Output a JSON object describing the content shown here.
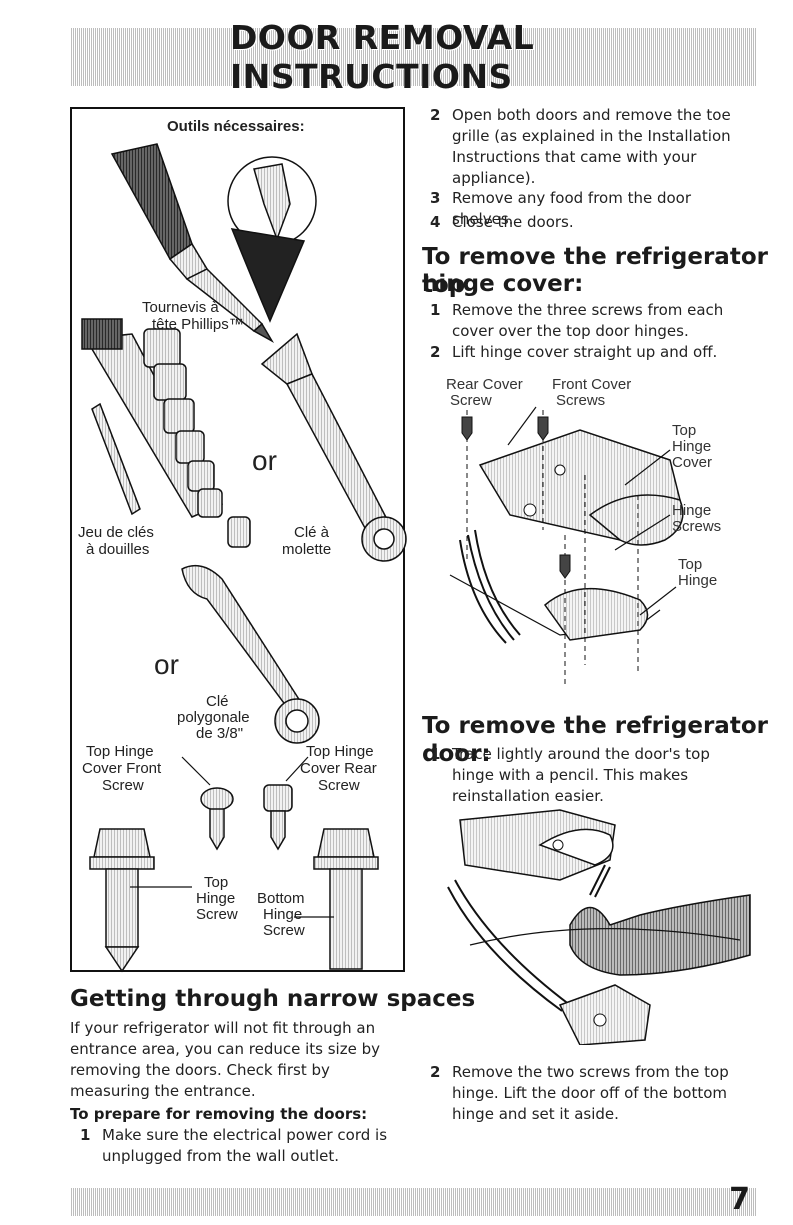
{
  "header": {
    "title": "DOOR REMOVAL INSTRUCTIONS"
  },
  "footer": {
    "page_number": "7"
  },
  "tools_box": {
    "title": "Outils nécessaires:",
    "screwdriver_label_1": "Tournevis à",
    "screwdriver_label_2": "tête Phillips™",
    "or_1": "or",
    "socket_label_1": "Jeu de clés",
    "socket_label_2": "à douilles",
    "adjustable_label_1": "Clé à",
    "adjustable_label_2": "molette",
    "or_2": "or",
    "box_wrench_label_1": "Clé",
    "box_wrench_label_2": "polygonale",
    "box_wrench_label_3": "de 3/8\"",
    "front_screw_label_1": "Top Hinge",
    "front_screw_label_2": "Cover Front",
    "front_screw_label_3": "Screw",
    "rear_screw_label_1": "Top Hinge",
    "rear_screw_label_2": "Cover Rear",
    "rear_screw_label_3": "Screw",
    "top_hinge_screw_1": "Top",
    "top_hinge_screw_2": "Hinge",
    "top_hinge_screw_3": "Screw",
    "bottom_hinge_screw_1": "Bottom",
    "bottom_hinge_screw_2": "Hinge",
    "bottom_hinge_screw_3": "Screw"
  },
  "narrow_spaces": {
    "heading": "Getting through narrow spaces",
    "intro": "If your refrigerator will not fit through an entrance area, you can reduce its size by removing the doors. Check first by measuring the entrance.",
    "subheading": "To prepare for removing the doors:",
    "steps": [
      {
        "num": "1",
        "text": "Make sure the electrical power cord is unplugged from the wall outlet."
      },
      {
        "num": "2",
        "text": "Open both doors and remove the toe grille (as explained in the Installation Instructions that came with your appliance)."
      },
      {
        "num": "3",
        "text": "Remove any food from the door shelves."
      },
      {
        "num": "4",
        "text": "Close the doors."
      }
    ]
  },
  "hinge_cover": {
    "heading_line1": "To remove the refrigerator top",
    "heading_line2": "hinge cover:",
    "steps": [
      {
        "num": "1",
        "text": "Remove the three screws from each cover over the top door hinges."
      },
      {
        "num": "2",
        "text": "Lift hinge cover straight up and off."
      }
    ],
    "figure_labels": {
      "rear_cover_1": "Rear Cover",
      "rear_cover_2": "Screw",
      "front_cover_1": "Front Cover",
      "front_cover_2": "Screws",
      "top_hinge_cover_1": "Top",
      "top_hinge_cover_2": "Hinge",
      "top_hinge_cover_3": "Cover",
      "hinge_screws_1": "Hinge",
      "hinge_screws_2": "Screws",
      "top_hinge_1": "Top",
      "top_hinge_2": "Hinge"
    }
  },
  "remove_door": {
    "heading": "To remove the refrigerator door:",
    "steps": [
      {
        "num": "1",
        "text": "Trace lightly around the door's top hinge with a pencil. This makes reinstallation easier."
      },
      {
        "num": "2",
        "text": "Remove the two screws from the top hinge. Lift the door off of the bottom hinge and set it aside."
      }
    ]
  }
}
